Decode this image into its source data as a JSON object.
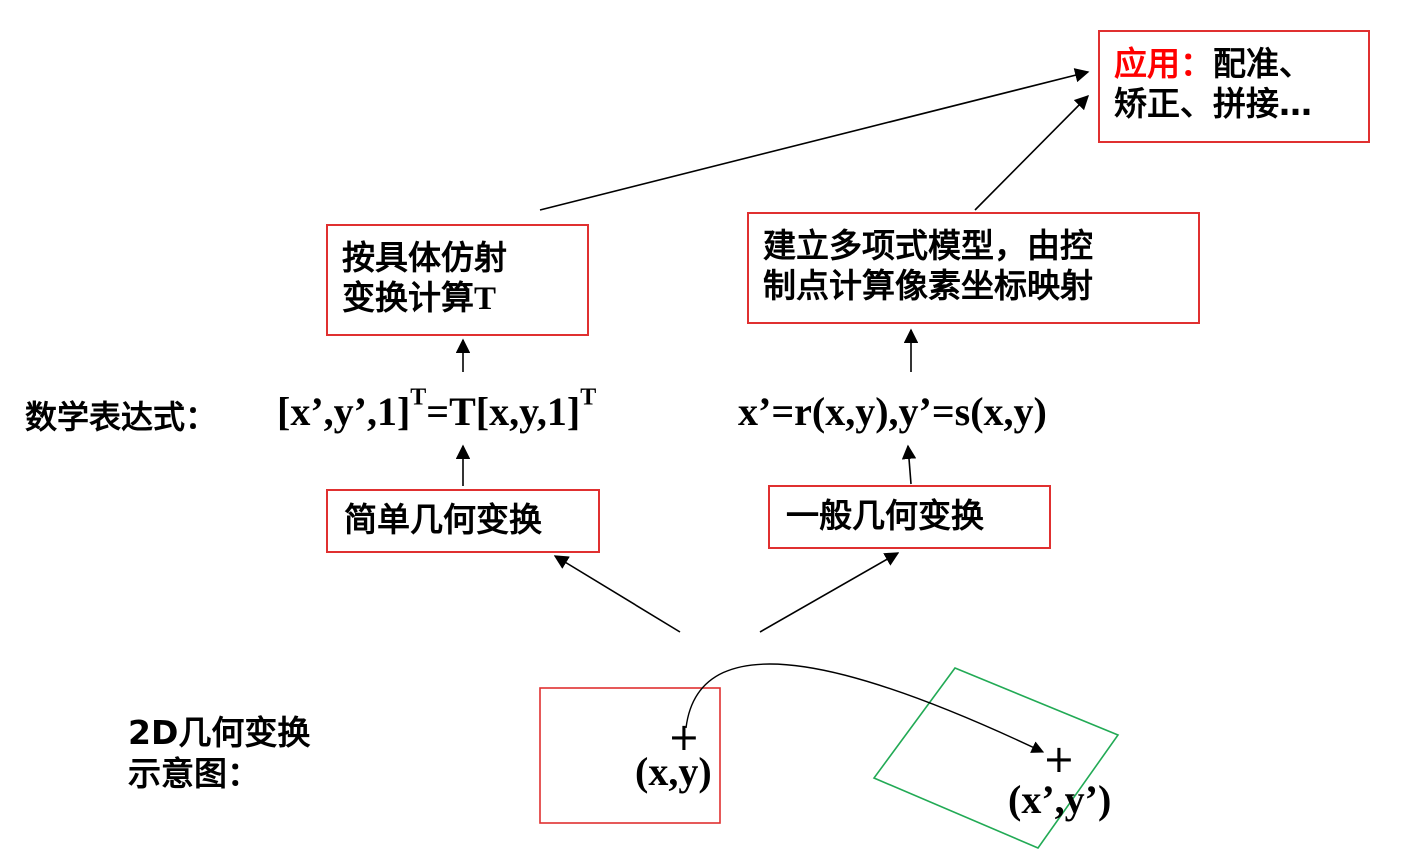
{
  "top_box": {
    "highlight": "应用：",
    "line1_rest": "配准、",
    "line2": "矫正、拼接…"
  },
  "affine_box": {
    "line1": "按具体仿射",
    "line2_text": "变换计算",
    "line2_var": "T"
  },
  "poly_box": {
    "line1": "建立多项式模型，由控",
    "line2": "制点计算像素坐标映射"
  },
  "formula_row": {
    "label": "数学表达式：",
    "affine_left": "[x’,y’,1]",
    "affine_sup1": "T",
    "affine_mid": "=T[x,y,1]",
    "affine_sup2": "T",
    "poly": "x’=r(x,y),y’=s(x,y)"
  },
  "simple_box": {
    "label": "简单几何变换"
  },
  "general_box": {
    "label": "一般几何变换"
  },
  "illustration": {
    "caption_line1": "2D几何变换",
    "caption_line2": "示意图：",
    "source_point_label": "(x,y)",
    "target_point_label": "(x’,y’)",
    "marker_glyph": "+"
  },
  "colors": {
    "box_border": "#e03030",
    "highlight_text": "#ff0000",
    "target_frame": "#22aa55",
    "arrow": "#000000"
  }
}
